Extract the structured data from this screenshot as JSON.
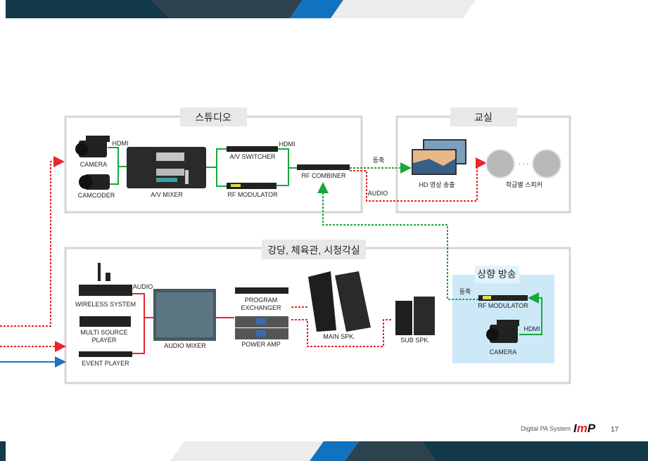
{
  "colors": {
    "video_link": "#17a83b",
    "audio_link": "#e8262b",
    "blue_link": "#1d72c4",
    "banner_dark": "#123a4a",
    "banner_accent": "#1172c0",
    "panel_blue": "#cde9f8"
  },
  "studio": {
    "title": "스튜디오",
    "camera": "CAMERA",
    "camcoder": "CAMCODER",
    "hdmi1": "HDMI",
    "av_mixer": "A/V MIXER",
    "av_switcher": "A/V SWITCHER",
    "hdmi2": "HDMI",
    "rf_modulator": "RF MODULATOR",
    "rf_combiner": "RF COMBINER"
  },
  "links": {
    "coax": "동축",
    "audio": "AUDIO"
  },
  "classroom": {
    "title": "교실",
    "tv": "HD 영상 송출",
    "speakers": "학급별 스피커",
    "dots": "· · ·"
  },
  "hall": {
    "title": "강당, 체육관, 시청각실",
    "wireless": "WIRELESS SYSTEM",
    "audio": "AUDIO",
    "multi_source_1": "MULTI SOURCE",
    "multi_source_2": "PLAYER",
    "event_player": "EVENT PLAYER",
    "audio_mixer": "AUDIO MIXER",
    "program_1": "PROGRAM",
    "program_2": "EXCHANGER",
    "power_amp": "POWER AMP",
    "main_spk": "MAIN SPK.",
    "sub_spk": "SUB SPK."
  },
  "upstream": {
    "title": "상향 방송",
    "coax": "동축",
    "rf_modulator": "RF MODULATOR",
    "hdmi": "HDMI",
    "camera": "CAMERA"
  },
  "footer": {
    "product": "Digital PA System",
    "logo": "ImP",
    "page": "17"
  }
}
